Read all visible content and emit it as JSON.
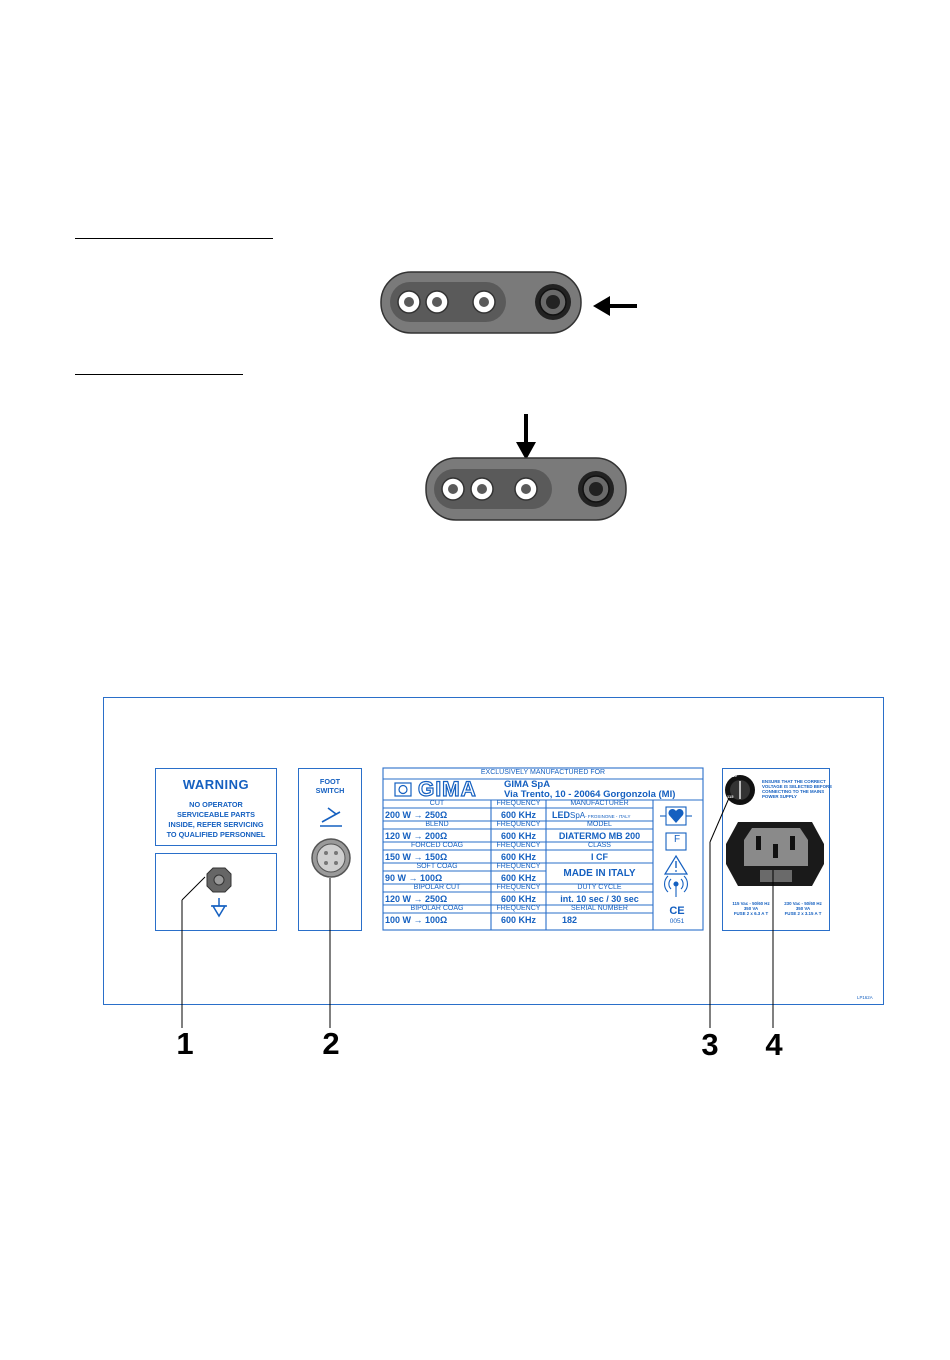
{
  "colors": {
    "label_blue": "#1560c0",
    "connector_gray": "#767676",
    "socket_dark": "#555555"
  },
  "callouts": [
    "1",
    "2",
    "3",
    "4"
  ],
  "warning": {
    "title": "WARNING",
    "lines": [
      "NO OPERATOR",
      "SERVICEABLE PARTS",
      "INSIDE, REFER SERVICING",
      "TO QUALIFIED PERSONNEL"
    ]
  },
  "footswitch": {
    "label_line1": "FOOT",
    "label_line2": "SWITCH"
  },
  "rating_plate": {
    "header": "EXCLUSIVELY MANUFACTURED FOR",
    "logo": "GIMA",
    "company": "GIMA SpA",
    "address": "Via Trento, 10 - 20064 Gorgonzola (MI)",
    "modes": [
      {
        "name": "CUT",
        "power": "200 W → 250Ω",
        "freq_label": "FREQUENCY",
        "freq": "600 KHz"
      },
      {
        "name": "BLEND",
        "power": "120 W → 200Ω",
        "freq_label": "FREQUENCY",
        "freq": "600 KHz"
      },
      {
        "name": "FORCED COAG",
        "power": "150 W → 150Ω",
        "freq_label": "FREQUENCY",
        "freq": "600 KHz"
      },
      {
        "name": "SOFT COAG",
        "power": "90 W → 100Ω",
        "freq_label": "FREQUENCY",
        "freq": "600 KHz"
      },
      {
        "name": "BIPOLAR CUT",
        "power": "120 W → 250Ω",
        "freq_label": "FREQUENCY",
        "freq": "600 KHz"
      },
      {
        "name": "BIPOLAR COAG",
        "power": "100 W → 100Ω",
        "freq_label": "FREQUENCY",
        "freq": "600 KHz"
      }
    ],
    "info": {
      "manufacturer_label": "MANUFACTURER",
      "manufacturer_main": "LED",
      "manufacturer_spa": "SpA",
      "manufacturer_loc": "- FROSINONE - ITALY",
      "model_label": "MODEL",
      "model": "DIATERMO MB 200",
      "class_label": "CLASS",
      "class": "I CF",
      "made_in": "MADE IN ITALY",
      "duty_label": "DUTY CYCLE",
      "duty": "int. 10 sec / 30 sec",
      "serial_label": "SERIAL NUMBER",
      "serial": "182"
    },
    "symbols": {
      "f_symbol": "F",
      "ce_mark": "CE",
      "ce_number": "0051"
    }
  },
  "power_entry": {
    "notice": [
      "ENSURE THAT THE CORRECT",
      "VOLTAGE IS SELECTED BEFORE",
      "CONNECTING TO THE MAINS",
      "POWER SUPPLY"
    ],
    "left_spec": [
      "115 Vac - 50/60 Hz",
      "350 VA",
      "FUSE 2 x 6.3 A T"
    ],
    "right_spec": [
      "230 Vac - 50/60 Hz",
      "350 VA",
      "FUSE 2 x 3.15 A T"
    ],
    "selector_marks": [
      "230",
      "115"
    ]
  },
  "part_code": "LP162A",
  "icons": [
    "arrow-left-icon",
    "arrow-down-icon",
    "equipotential-ground-icon",
    "footswitch-pedal-icon",
    "heart-cf-icon",
    "warning-triangle-icon",
    "rf-radiation-icon",
    "iec-inlet-icon"
  ]
}
